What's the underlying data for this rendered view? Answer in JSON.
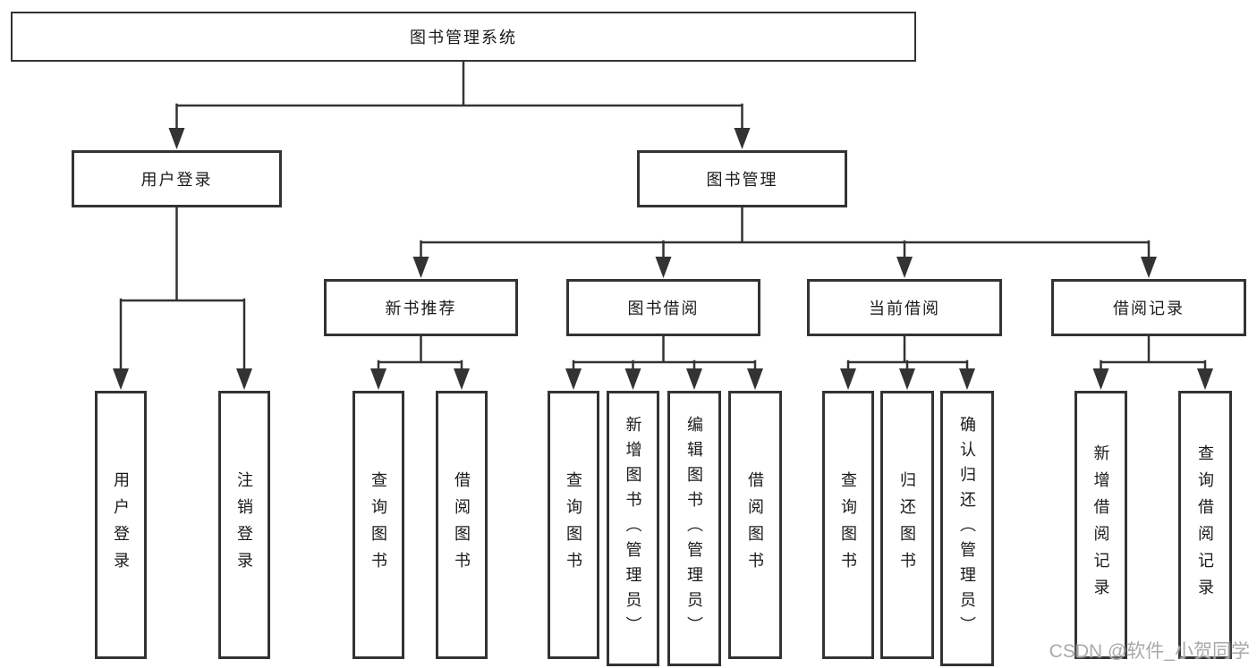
{
  "diagram": {
    "root": {
      "label": "图书管理系统",
      "children": [
        {
          "label": "用户登录",
          "children": [
            {
              "label": "用户登录"
            },
            {
              "label": "注销登录"
            }
          ]
        },
        {
          "label": "图书管理",
          "children": [
            {
              "label": "新书推荐",
              "children": [
                {
                  "label": "查询图书"
                },
                {
                  "label": "借阅图书"
                }
              ]
            },
            {
              "label": "图书借阅",
              "children": [
                {
                  "label": "查询图书"
                },
                {
                  "label": "新增图书（管理员）"
                },
                {
                  "label": "编辑图书（管理员）"
                },
                {
                  "label": "借阅图书"
                }
              ]
            },
            {
              "label": "当前借阅",
              "children": [
                {
                  "label": "查询图书"
                },
                {
                  "label": "归还图书"
                },
                {
                  "label": "确认归还（管理员）"
                }
              ]
            },
            {
              "label": "借阅记录",
              "children": [
                {
                  "label": "新增借阅记录"
                },
                {
                  "label": "查询借阅记录"
                }
              ]
            }
          ]
        }
      ]
    }
  },
  "watermark": {
    "text": "CSDN @软件_小贺同学"
  },
  "colors": {
    "line": "#333333",
    "text": "#1a1a1a",
    "watermark": "#a9a9a9",
    "background": "#ffffff"
  }
}
